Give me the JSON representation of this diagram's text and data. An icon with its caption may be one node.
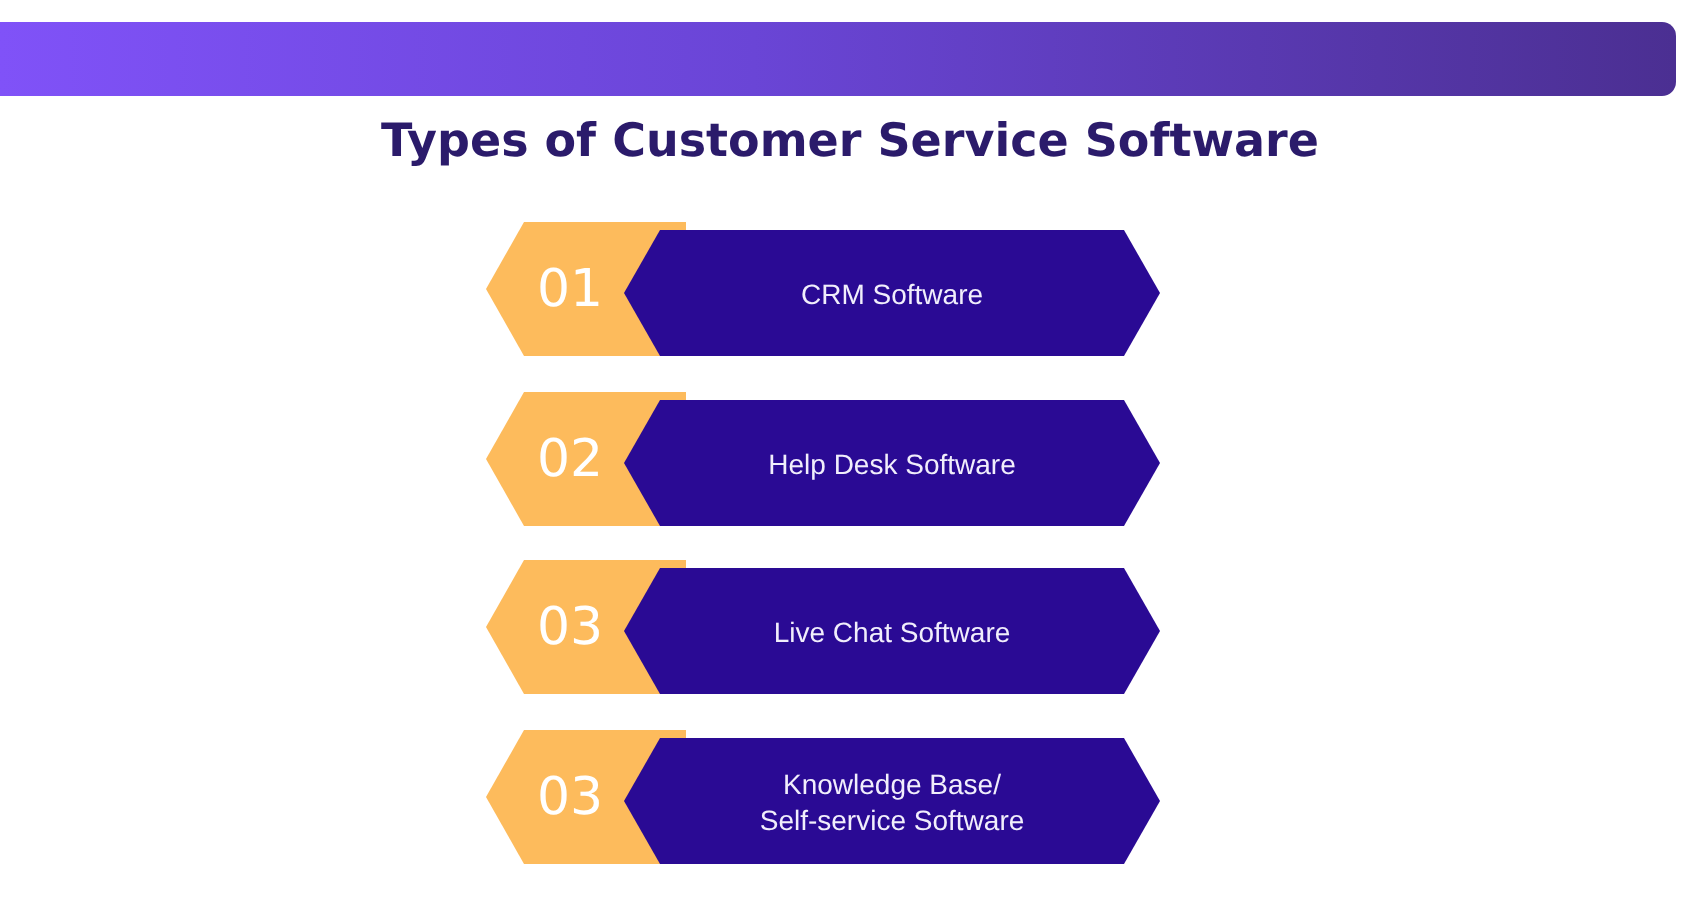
{
  "diagram": {
    "title": "Types of Customer Service Software",
    "nodes": [
      {
        "text": [
          "01"
        ]
      },
      {
        "text": [
          "CRM Software"
        ]
      },
      {
        "text": [
          "02"
        ]
      },
      {
        "text": [
          "Help Desk Software"
        ]
      },
      {
        "text": [
          "03"
        ]
      },
      {
        "text": [
          "Live Chat Software"
        ]
      },
      {
        "text": [
          "03"
        ]
      },
      {
        "text": [
          "Knowledge Base/ Self-service Software"
        ]
      }
    ]
  }
}
